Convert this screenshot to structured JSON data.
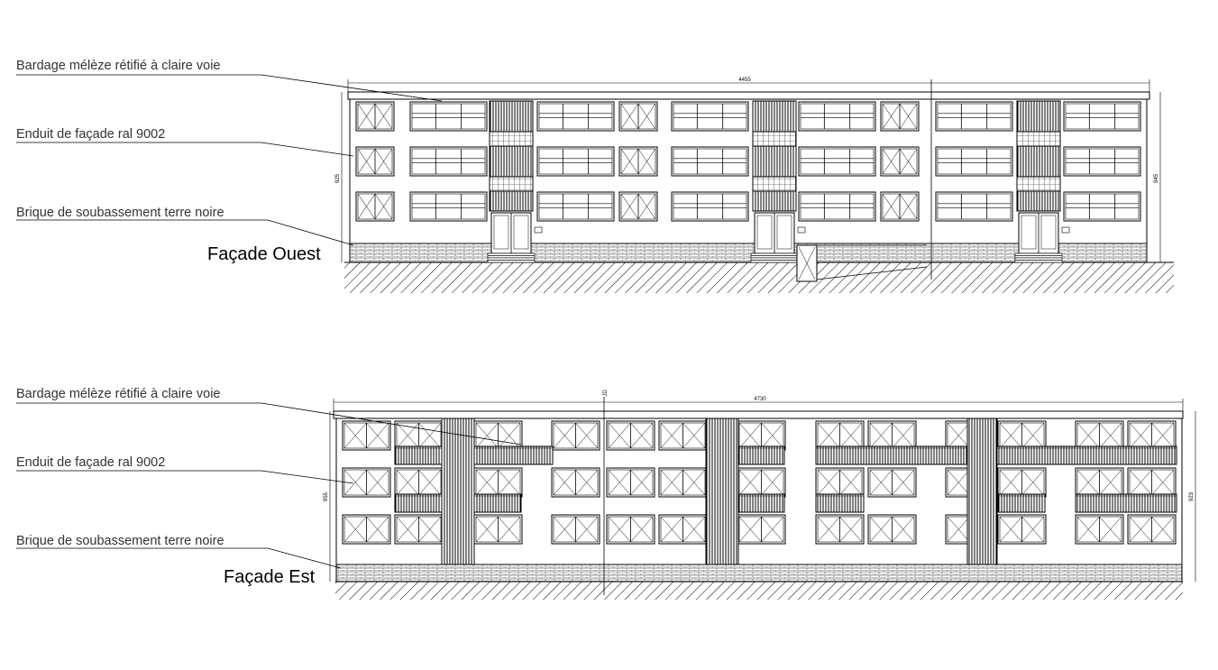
{
  "west": {
    "title": "Façade Ouest",
    "labels": {
      "cladding": "Bardage mélèze rétifié à claire voie",
      "render": "Enduit de façade ral 9002",
      "brick": "Brique de soubassement terre noire"
    },
    "dim_width": "4455",
    "dim_left": "925",
    "dim_right": "945"
  },
  "east": {
    "title": "Façade Est",
    "labels": {
      "cladding": "Bardage mélèze rétifié à claire voie",
      "render": "Enduit de façade ral 9002",
      "brick": "Brique de soubassement terre noire"
    },
    "dim_width": "4730",
    "dim_left": "955",
    "dim_right": "923",
    "axis_mark": "JD"
  }
}
